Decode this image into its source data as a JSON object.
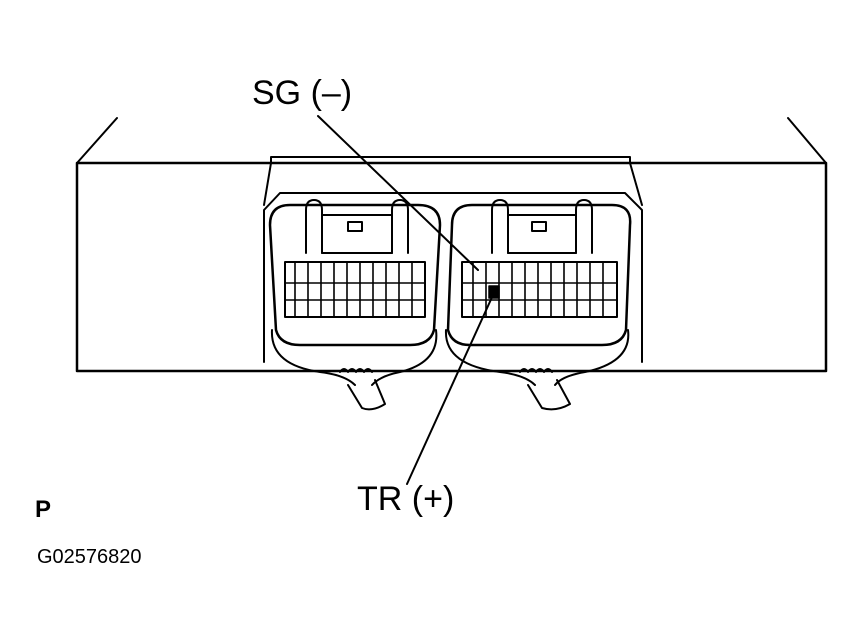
{
  "callouts": {
    "signal_ground": "SG (–)",
    "terminal_tr": "TR (+)"
  },
  "view_label": "P",
  "figure_id": "G02576820",
  "colors": {
    "line": "#000000",
    "background": "#ffffff"
  }
}
